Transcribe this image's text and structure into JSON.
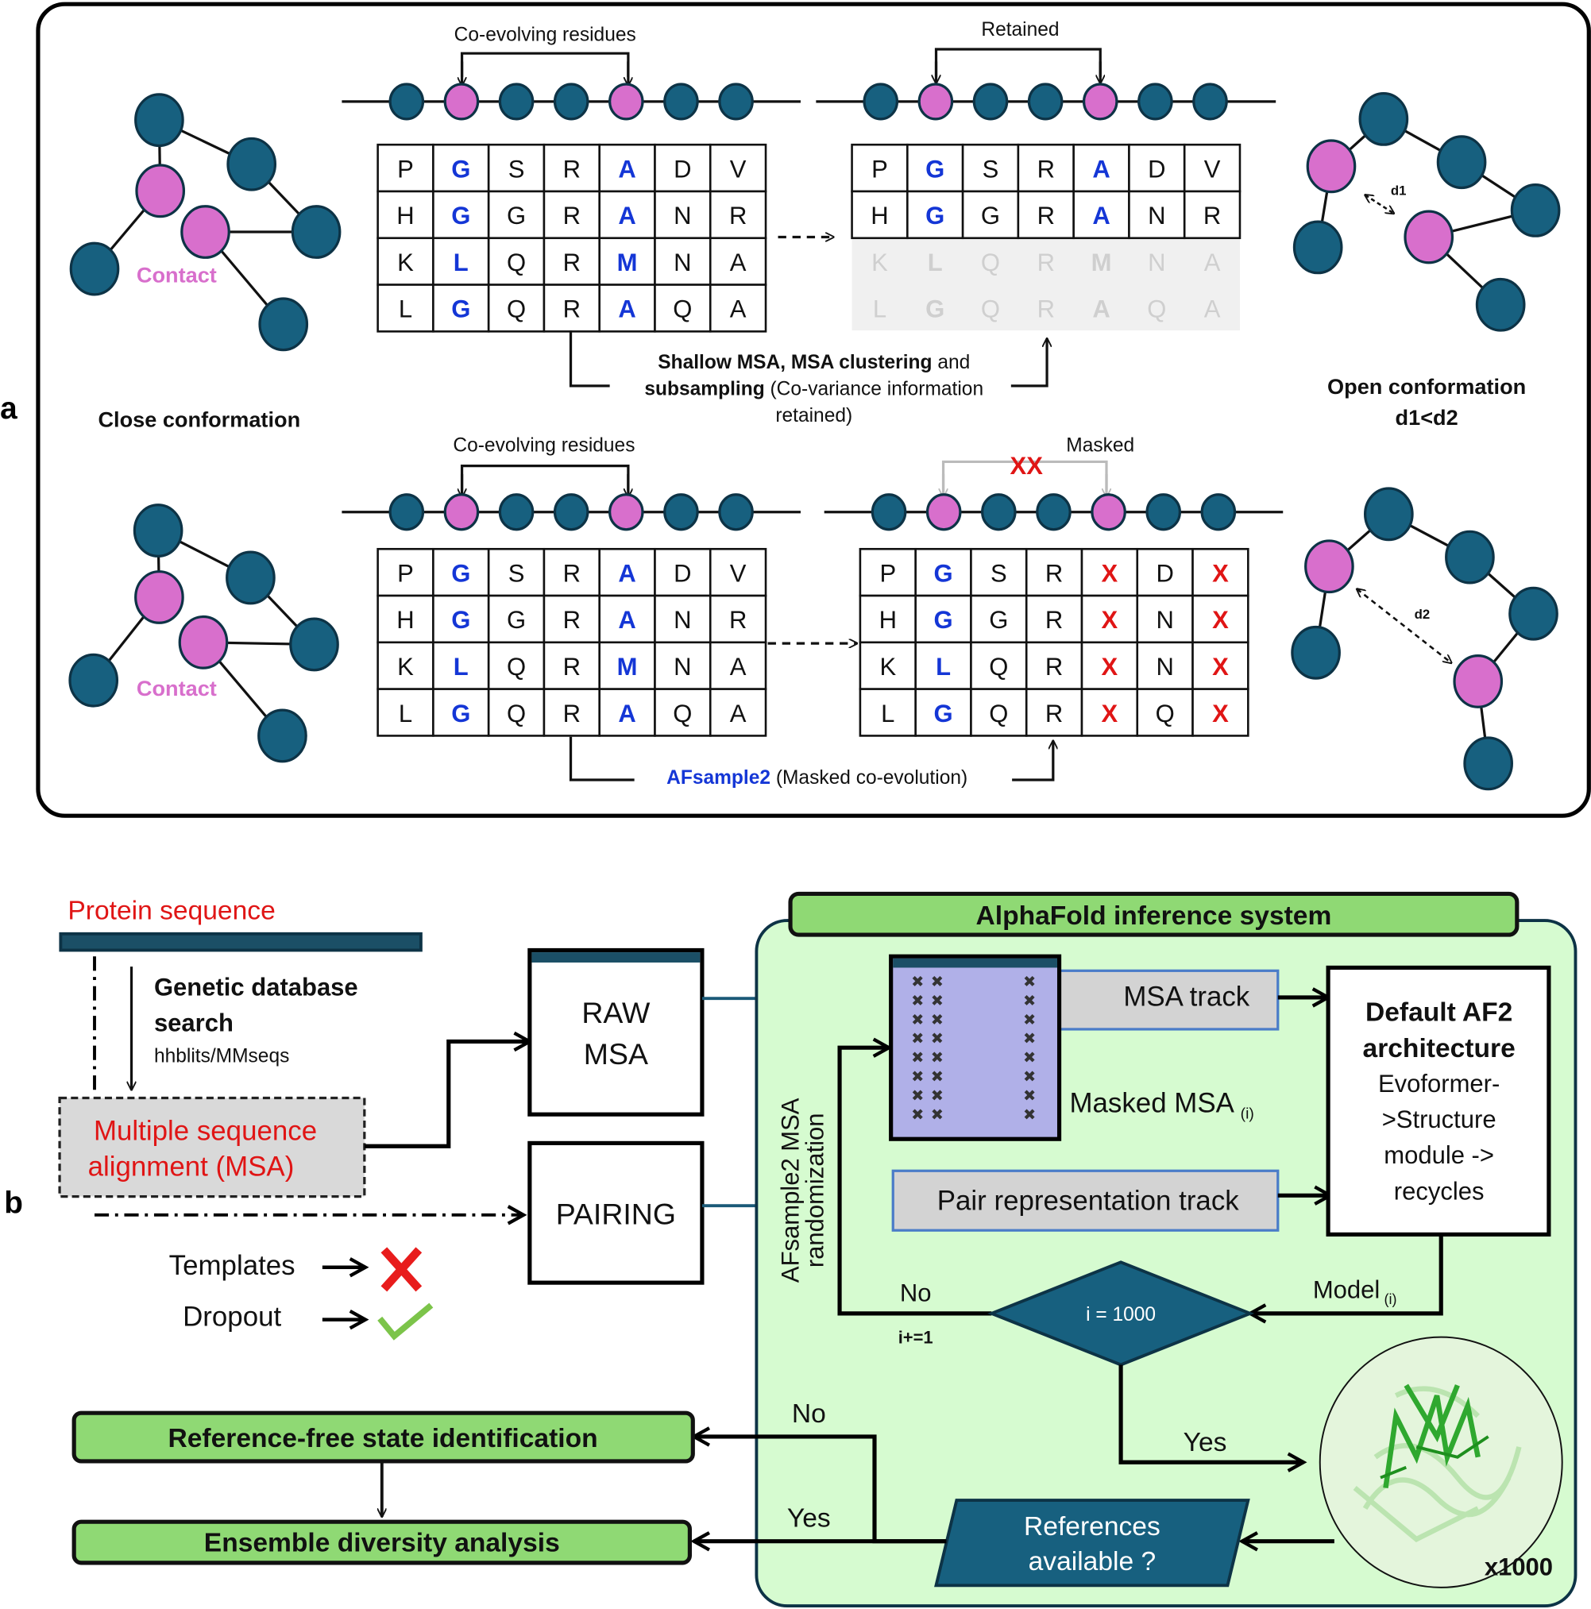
{
  "panel_a": {
    "label": "a",
    "close_conformation_label": "Close conformation",
    "contact_label": "Contact",
    "open_conformation_label": "Open conformation",
    "open_conformation_relation": "d1<d2",
    "d1_label": "d1",
    "d2_label": "d2",
    "top_row": {
      "coevolving_label": "Co-evolving residues",
      "retained_label": "Retained",
      "method_bold_1": "Shallow MSA, MSA clustering",
      "method_text_1": " and",
      "method_bold_2": "subsampling",
      "method_text_2": " (Co-variance information",
      "method_text_3": "retained)"
    },
    "bottom_row": {
      "coevolving_label": "Co-evolving residues",
      "masked_label": "Masked",
      "masked_marks": "XX",
      "method_blue": "AFsample2",
      "method_text": " (Masked co-evolution)"
    },
    "sequence_beads": [
      "dark",
      "pink",
      "dark",
      "dark",
      "pink",
      "dark",
      "dark"
    ],
    "msa_original": [
      [
        "P",
        "G",
        "S",
        "R",
        "A",
        "D",
        "V"
      ],
      [
        "H",
        "G",
        "G",
        "R",
        "A",
        "N",
        "R"
      ],
      [
        "K",
        "L",
        "Q",
        "R",
        "M",
        "N",
        "A"
      ],
      [
        "L",
        "G",
        "Q",
        "R",
        "A",
        "Q",
        "A"
      ]
    ],
    "highlight_columns": [
      1,
      4
    ],
    "msa_retained_rows": 2,
    "msa_masked": [
      [
        "P",
        "G",
        "S",
        "R",
        "X",
        "D",
        "X"
      ],
      [
        "H",
        "G",
        "G",
        "R",
        "X",
        "N",
        "X"
      ],
      [
        "K",
        "L",
        "Q",
        "R",
        "X",
        "N",
        "X"
      ],
      [
        "L",
        "G",
        "Q",
        "R",
        "X",
        "Q",
        "X"
      ]
    ]
  },
  "panel_b": {
    "label": "b",
    "protein_sequence_label": "Protein sequence",
    "genetic_search_label_1": "Genetic database",
    "genetic_search_label_2": "search",
    "genetic_search_tools": "hhblits/MMseqs",
    "msa_box_label_1": "Multiple sequence",
    "msa_box_label_2": "alignment (MSA)",
    "raw_msa_label_1": "RAW",
    "raw_msa_label_2": "MSA",
    "pairing_label": "PAIRING",
    "templates_label": "Templates",
    "templates_status": "disabled",
    "dropout_label": "Dropout",
    "dropout_status": "enabled",
    "alphafold_title": "AlphaFold inference system",
    "msa_track_label": "MSA track",
    "masked_msa_label": "Masked MSA",
    "masked_msa_sub": "(i)",
    "pair_track_label": "Pair representation track",
    "randomization_label_1": "AFsample2 MSA",
    "randomization_label_2": "randomization",
    "af2_title_1": "Default AF2",
    "af2_title_2": "architecture",
    "af2_desc_1": "Evoformer-",
    "af2_desc_2": ">Structure",
    "af2_desc_3": "module ->",
    "af2_desc_4": "recycles",
    "model_label": "Model",
    "model_sub": "(i)",
    "decision_label": "i = 1000",
    "no_label": "No",
    "increment_label": "i+=1",
    "yes_label": "Yes",
    "ensemble_count": "x1000",
    "references_label_1": "References",
    "references_label_2": "available ?",
    "ref_no_label": "No",
    "ref_yes_label": "Yes",
    "reference_free_label": "Reference-free state identification",
    "ensemble_analysis_label": "Ensemble diversity analysis"
  },
  "colors": {
    "node_dark": "#17607f",
    "node_pink": "#d86fcc",
    "highlight_blue": "#1436d6",
    "mask_red": "#e01515",
    "panel_green": "#d6fbd0",
    "header_green": "#8fd974",
    "msa_purple": "#b0b0e8",
    "track_gray": "#d3d3d3"
  }
}
